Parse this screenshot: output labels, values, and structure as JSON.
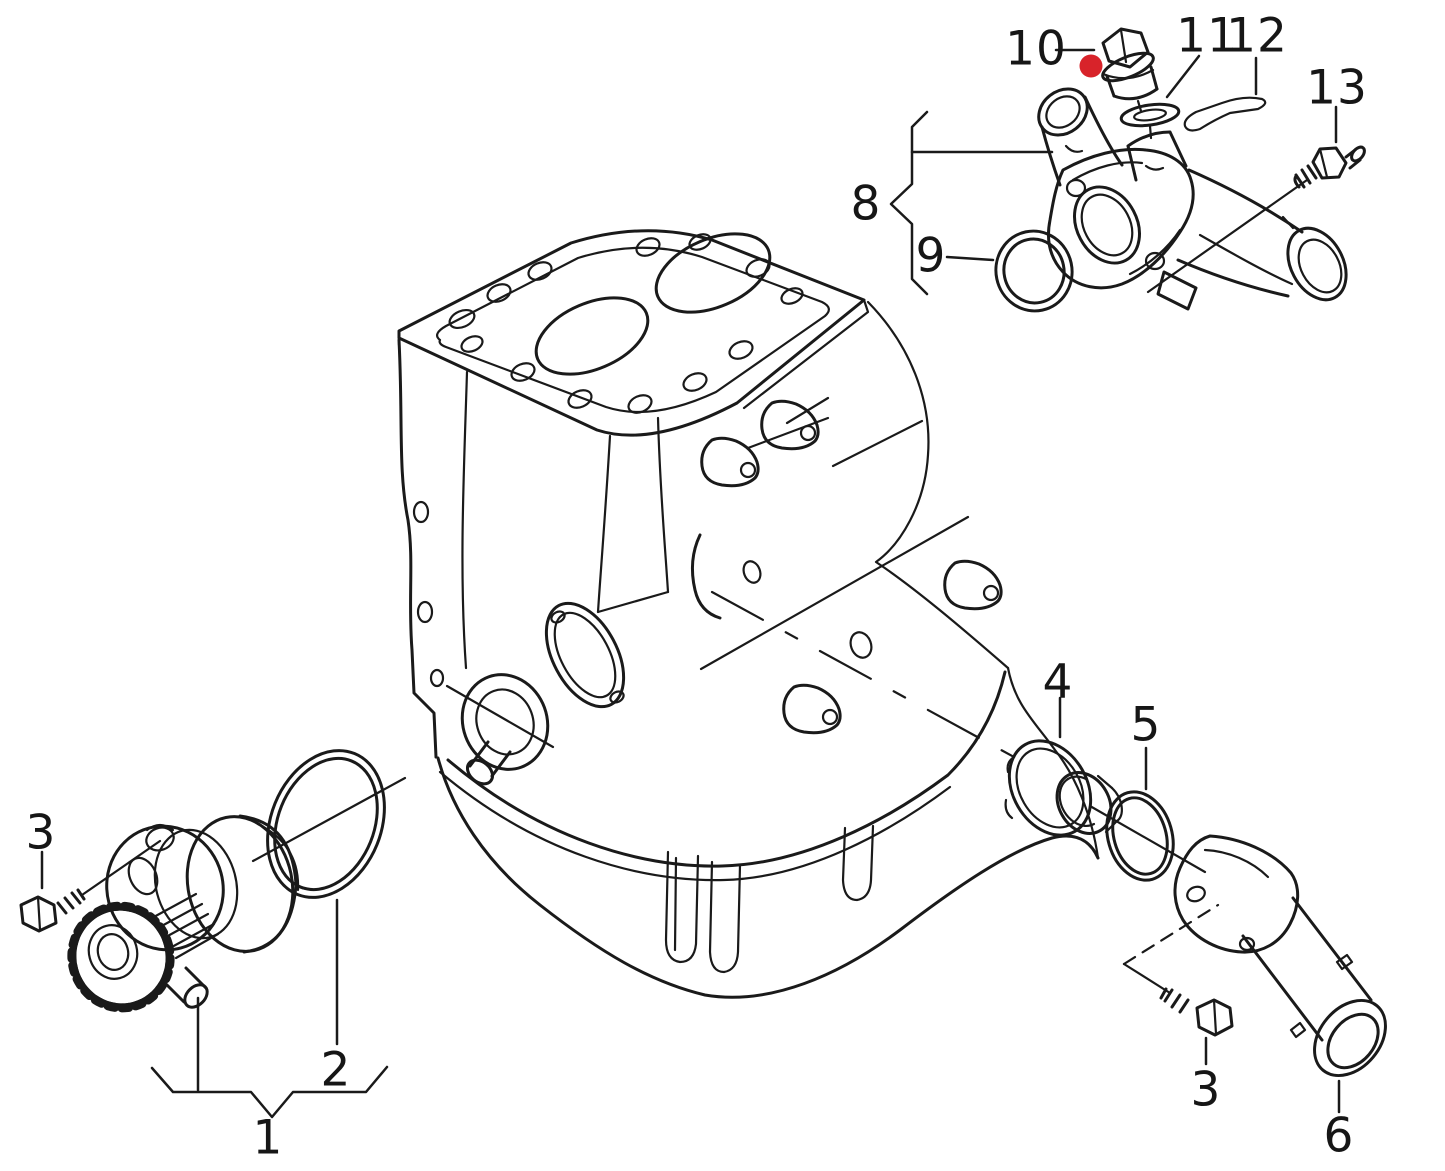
{
  "diagram": {
    "background_color": "#ffffff",
    "line_color": "#1a1a1a"
  },
  "callouts": {
    "c1": {
      "text": "1"
    },
    "c2": {
      "text": "2"
    },
    "c3_left": {
      "text": "3"
    },
    "c3_bottom": {
      "text": "3"
    },
    "c4": {
      "text": "4"
    },
    "c5": {
      "text": "5"
    },
    "c6": {
      "text": "6"
    },
    "c8": {
      "text": "8"
    },
    "c9": {
      "text": "9"
    },
    "c10": {
      "text": "10"
    },
    "c11": {
      "text": "11"
    },
    "c12": {
      "text": "12"
    },
    "c13": {
      "text": "13"
    }
  },
  "highlight": {
    "marker": "red-dot",
    "color": "#d8232a",
    "attached_to_callout": "10"
  }
}
